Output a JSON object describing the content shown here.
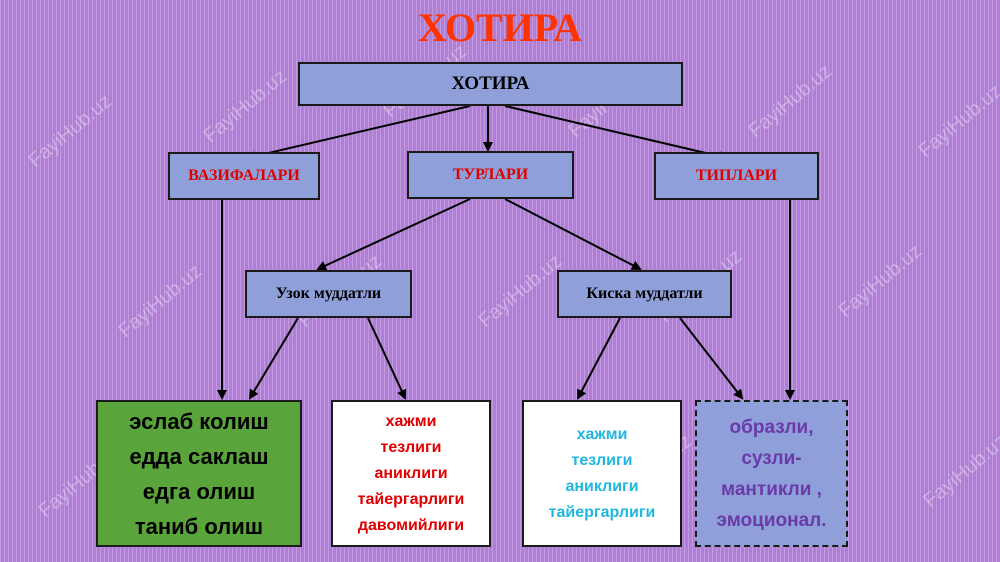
{
  "title": "ХОТИРА",
  "watermark": "FayiHub.uz",
  "colors": {
    "background": "#b07ed6",
    "box_fill": "#8e9fd9",
    "title_red": "#ff3300",
    "green_box": "#5aa43c",
    "cyan_text": "#1fb6e0",
    "purple_text": "#6a3aa8"
  },
  "root": {
    "label": "ХОТИРА"
  },
  "level1": [
    {
      "label": "ВАЗИФАЛАРИ"
    },
    {
      "label": "ТУРЛАРИ"
    },
    {
      "label": "ТИПЛАРИ"
    }
  ],
  "level2": [
    {
      "label": "Узок муддатли"
    },
    {
      "label": "Киска муддатли"
    }
  ],
  "leaves": {
    "functions": [
      "эслаб колиш",
      "едда саклаш",
      "едга олиш",
      "таниб олиш"
    ],
    "long_term": [
      "хажми",
      "тезлиги",
      "аниклиги",
      "тайергарлиги",
      "давомийлиги"
    ],
    "short_term": [
      "хажми",
      "тезлиги",
      "аниклиги",
      "тайергарлиги"
    ],
    "types": [
      "образли,",
      "сузли-",
      "мантикли ,",
      "эмоционал."
    ]
  }
}
